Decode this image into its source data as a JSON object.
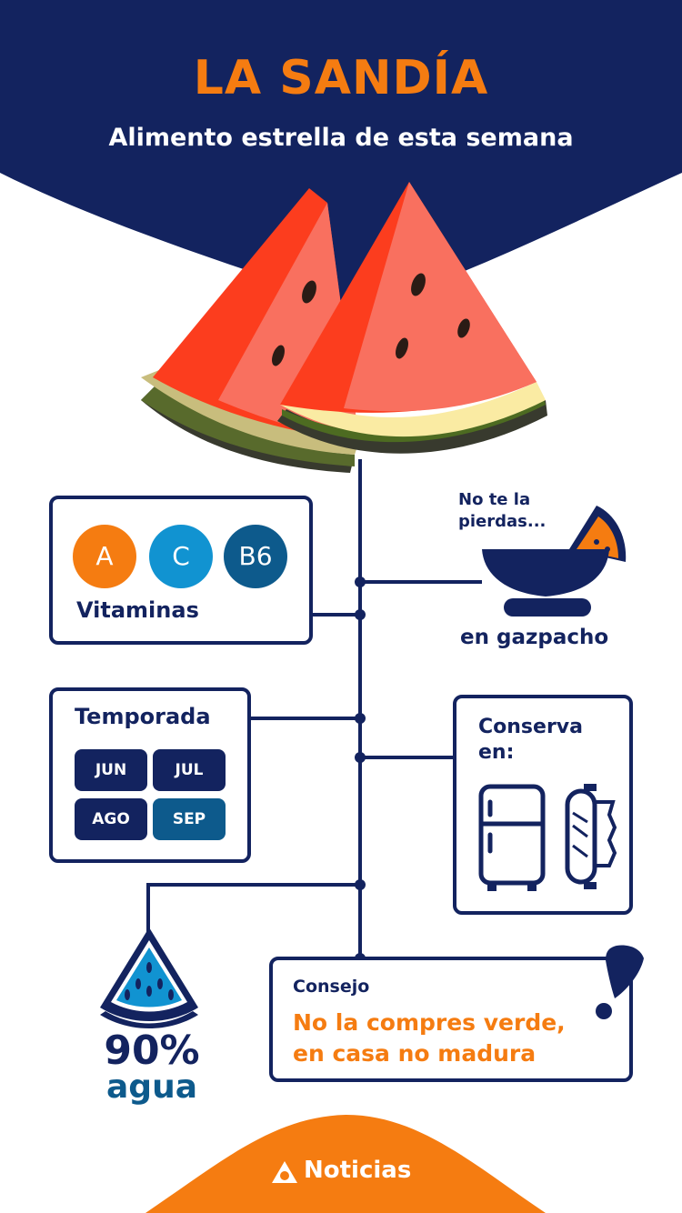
{
  "header": {
    "title": "LA SANDÍA",
    "subtitle": "Alimento estrella de esta semana"
  },
  "vitamins": {
    "label": "Vitaminas",
    "items": [
      {
        "name": "A",
        "color": "#f57c11"
      },
      {
        "name": "C",
        "color": "#1193d1"
      },
      {
        "name": "B6",
        "color": "#0d5a8c"
      }
    ]
  },
  "serving": {
    "line1": "No te la pierdas...",
    "line2": "en gazpacho"
  },
  "season": {
    "label": "Temporada",
    "months": [
      "JUN",
      "JUL",
      "AGO",
      "SEP"
    ]
  },
  "storage": {
    "label": "Conserva en:",
    "icons": [
      "fridge-icon",
      "plastic-wrap-icon"
    ]
  },
  "water": {
    "percent": "90%",
    "label": "agua"
  },
  "tip": {
    "label": "Consejo",
    "text": "No la compres verde, en casa no madura"
  },
  "footer": {
    "brand": "Noticias"
  },
  "colors": {
    "navy": "#13235f",
    "orange": "#f57c11",
    "blue": "#1193d1",
    "teal": "#0d5a8c"
  }
}
